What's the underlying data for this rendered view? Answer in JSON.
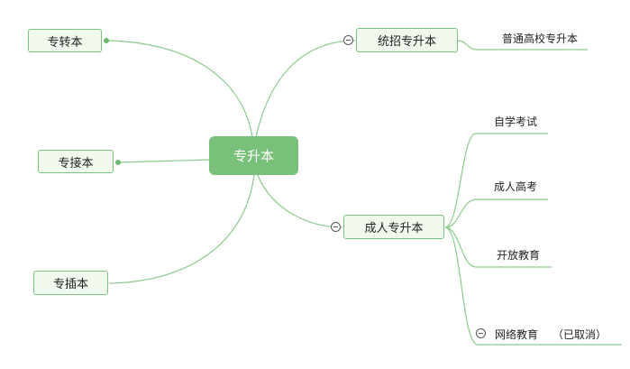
{
  "central": {
    "label": "专升本"
  },
  "left_branches": [
    {
      "label": "专转本"
    },
    {
      "label": "专接本"
    },
    {
      "label": "专插本"
    }
  ],
  "right_branches": [
    {
      "label": "统招专升本",
      "children": [
        {
          "label": "普通高校专升本"
        }
      ]
    },
    {
      "label": "成人专升本",
      "children": [
        {
          "label": "自学考试"
        },
        {
          "label": "成人高考"
        },
        {
          "label": "开放教育"
        },
        {
          "label": "网络教育",
          "note": "（已取消）"
        }
      ]
    }
  ],
  "colors": {
    "accent": "#79c07a",
    "line": "#7bc47f",
    "node_fill": "#f1f8ee"
  }
}
